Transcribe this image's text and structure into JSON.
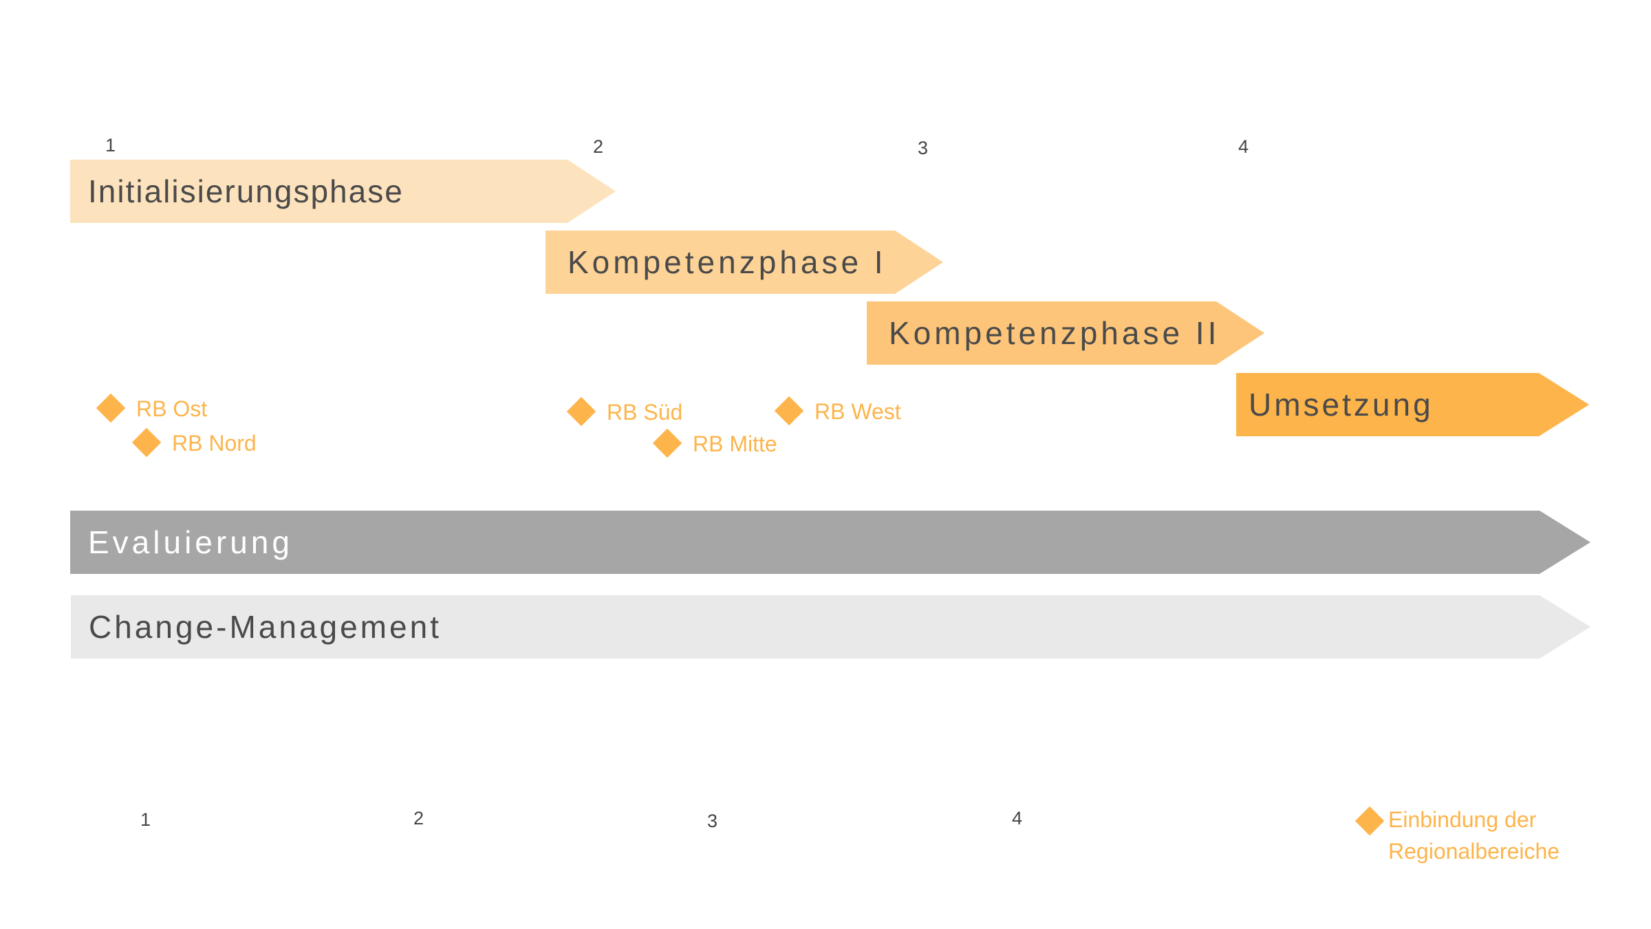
{
  "colors": {
    "phase_initial": "#fde3bd",
    "phase_kompetenz1": "#fdd397",
    "phase_kompetenz2": "#fdc57a",
    "phase_umsetzung": "#fdb44b",
    "evaluierung": "#a6a6a6",
    "change": "#e8e9e8",
    "milestone": "#fdb44b",
    "dark_text": "#4a4a4a",
    "light_text": "#ffffff"
  },
  "top_ticks": [
    "1",
    "2",
    "3",
    "4"
  ],
  "bottom_ticks": [
    "1",
    "2",
    "3",
    "4"
  ],
  "phases": [
    {
      "label": "Initialisierungsphase"
    },
    {
      "label": "Kompetenzphase I"
    },
    {
      "label": "Kompetenzphase II"
    },
    {
      "label": "Umsetzung"
    }
  ],
  "tracks": [
    {
      "label": "Evaluierung"
    },
    {
      "label": "Change-Management"
    }
  ],
  "milestones": [
    {
      "label": "RB Ost"
    },
    {
      "label": "RB Nord"
    },
    {
      "label": "RB Süd"
    },
    {
      "label": "RB Mitte"
    },
    {
      "label": "RB West"
    }
  ],
  "legend": {
    "label": "Einbindung der Regionalbereiche",
    "icon": "diamond-icon"
  }
}
